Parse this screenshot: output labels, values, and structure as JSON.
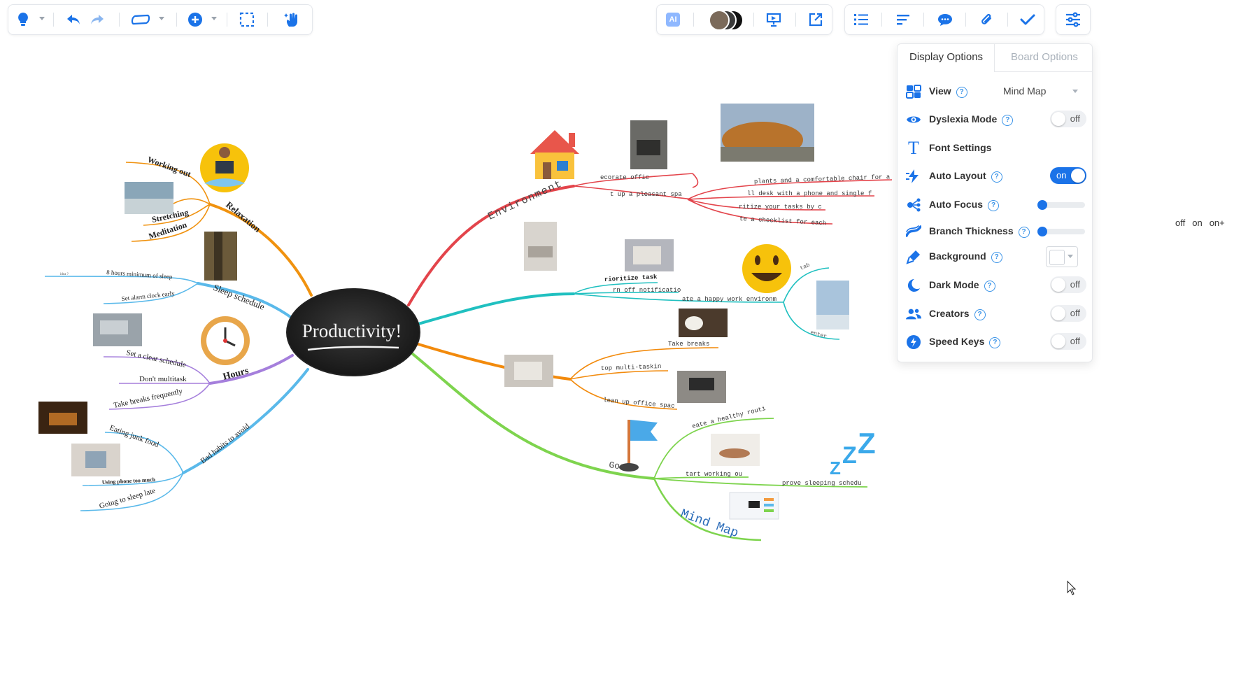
{
  "toolbar_left": {
    "icons": [
      "lightbulb-icon",
      "undo-icon",
      "redo-icon",
      "shape-icon",
      "add-icon",
      "select-icon",
      "magic-hand-icon"
    ]
  },
  "toolbar_right": {
    "ai_label": "AI",
    "icons": [
      "ai-icon",
      "collaborators-avatars",
      "presentation-icon",
      "share-icon",
      "outline-icon",
      "format-icon",
      "comment-icon",
      "attachment-icon",
      "checkmark-icon",
      "settings-sliders-icon"
    ]
  },
  "panel": {
    "tabs": [
      "Display Options",
      "Board Options"
    ],
    "active_tab": "Display Options",
    "view": {
      "label": "View",
      "value": "Mind Map"
    },
    "dyslexia": {
      "label": "Dyslexia Mode",
      "state": "off"
    },
    "font_settings": {
      "label": "Font Settings"
    },
    "auto_layout": {
      "label": "Auto Layout",
      "state": "on"
    },
    "auto_focus": {
      "label": "Auto Focus"
    },
    "branch_thickness": {
      "label": "Branch Thickness",
      "options": [
        "off",
        "on",
        "on+"
      ]
    },
    "background": {
      "label": "Background"
    },
    "dark_mode": {
      "label": "Dark Mode",
      "state": "off"
    },
    "creators": {
      "label": "Creators",
      "state": "off"
    },
    "speed_keys": {
      "label": "Speed Keys",
      "state": "off"
    },
    "help": "?"
  },
  "mindmap": {
    "center": "Productivity!",
    "relaxation": {
      "title": "Relaxation",
      "items": [
        "Working out",
        "Stretching",
        "Meditation"
      ]
    },
    "sleep": {
      "title": "Sleep schedule",
      "items": [
        "8 hours minimum of sleep",
        "Set alarm clock early",
        "idea ?"
      ]
    },
    "hours": {
      "title": "Hours",
      "items": [
        "Set a clear schedule",
        "Don't multitask",
        "Take breaks frequently"
      ]
    },
    "bad_habits": {
      "title": "Bad habits to avoid",
      "items": [
        "Eating junk food",
        "Using phone too much",
        "Going to sleep late"
      ]
    },
    "environment": {
      "title": "Environment",
      "items": [
        "ecorate offic",
        "t up a pleasant spa",
        "plants and a comfortable chair for a",
        "ll desk with a phone and single f",
        "ritize your tasks by c",
        "te a checklist for each"
      ]
    },
    "focus": {
      "items": [
        "rioritize task",
        "rn off notificatio",
        "ate a happy work environm",
        "tab",
        "enter"
      ]
    },
    "breaks": {
      "items": [
        "Take breaks",
        "top multi-taskin",
        "lean up office spac"
      ]
    },
    "goals": {
      "title": "Goals",
      "items": [
        "eate a healthy routi",
        "tart working ou",
        "prove sleeping schedu",
        "Mind Map"
      ]
    }
  },
  "colors": {
    "relaxation": "#f0920f",
    "sleep": "#5ab9ea",
    "hours": "#a57fdc",
    "bad_habits": "#5ab9ea",
    "environment": "#e3444b",
    "focus": "#20c0c0",
    "breaks": "#f28a0c",
    "goals": "#7ed44e",
    "accent": "#1b73e8"
  }
}
